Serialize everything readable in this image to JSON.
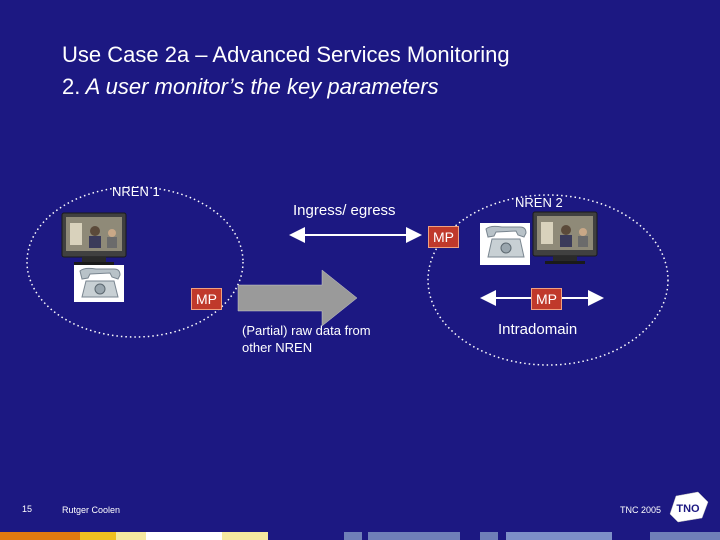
{
  "title": {
    "line1": "Use Case 2a – Advanced Services Monitoring",
    "line2_number": "2.",
    "line2_text": "A user monitor’s the key parameters"
  },
  "diagram": {
    "nren1_label": "NREN 1",
    "nren2_label": "NREN 2",
    "ingress_label": "Ingress/ egress",
    "mp_top": "MP",
    "mp_left": "MP",
    "mp_right": "MP",
    "raw_data_line1": "(Partial) raw data from",
    "raw_data_line2": "other NREN",
    "intradomain_label": "Intradomain"
  },
  "footer": {
    "page_number": "15",
    "author": "Rutger Coolen",
    "event": "TNC 2005",
    "logo_text": "TNO"
  },
  "colors": {
    "background": "#1c1882",
    "mp_box": "#c0392b",
    "arrow_gray": "#9a9a9a",
    "footer_bar": [
      "#e07a10",
      "#f0c020",
      "#f5e9a0",
      "#ffffff",
      "#6f7fb8",
      "#7d8fc8"
    ]
  },
  "icons": [
    "computer-monitor-icon",
    "telephone-icon",
    "tno-logo-icon"
  ]
}
